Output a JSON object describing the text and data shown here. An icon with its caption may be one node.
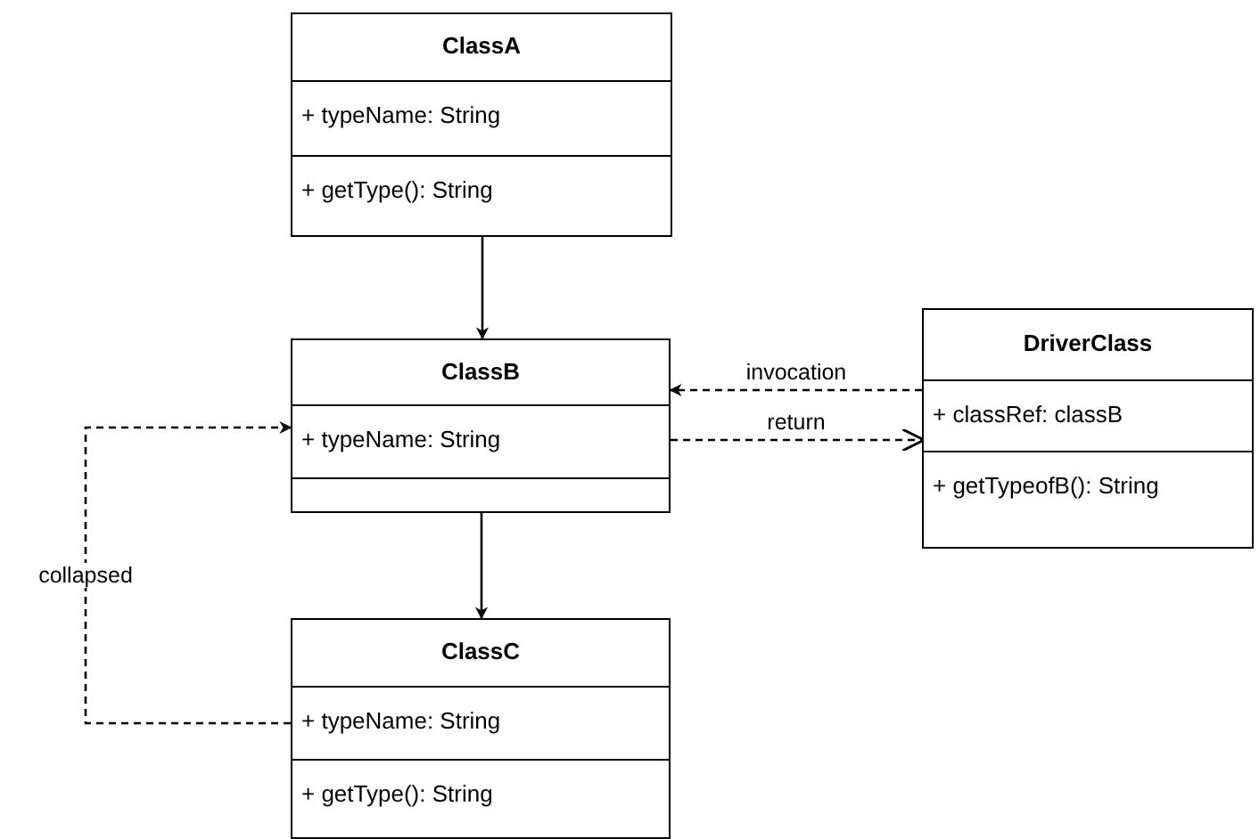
{
  "diagram": {
    "nodes": [
      {
        "text": [
          "ClassA",
          "+ typeName: String",
          "+ getType(): String"
        ]
      },
      {
        "text": [
          "ClassB",
          "+ typeName: String"
        ]
      },
      {
        "text": [
          "ClassC",
          "+ typeName: String",
          "+ getType(): String"
        ]
      },
      {
        "text": [
          "DriverClass",
          "+ classRef: classB",
          "+ getTypeofB(): String"
        ]
      }
    ],
    "edges": [
      {
        "from": 0,
        "to": 1,
        "arrow": "to"
      },
      {
        "from": 1,
        "to": 2,
        "arrow": "to"
      },
      {
        "from": 2,
        "to": 1,
        "arrow": "to",
        "label": "collapsed",
        "style": "dashed"
      },
      {
        "from": 3,
        "to": 1,
        "arrow": "to",
        "label": "invocation",
        "style": "dashed"
      },
      {
        "from": 1,
        "to": 3,
        "arrow": "to",
        "label": "return",
        "style": "dashed"
      }
    ]
  }
}
